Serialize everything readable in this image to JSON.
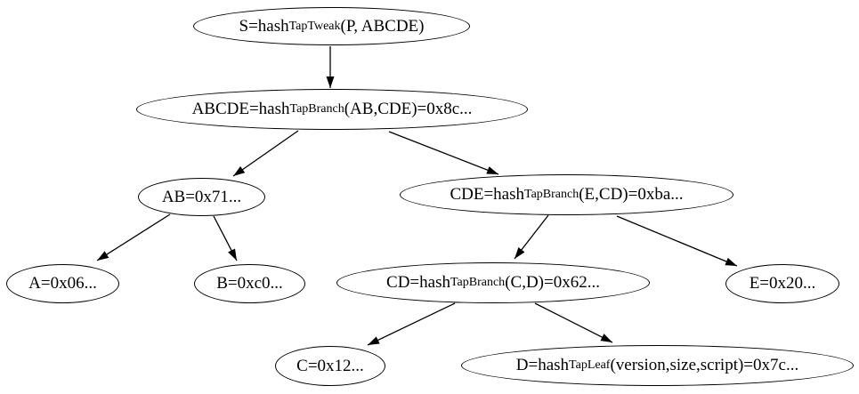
{
  "colors": {
    "background": "#ffffff",
    "stroke": "#000000",
    "text": "#000000"
  },
  "nodes": {
    "S": {
      "prefix": "S=hash",
      "sub": "TapTweak",
      "suffix": "(P, ABCDE)"
    },
    "ABCDE": {
      "prefix": "ABCDE=hash",
      "sub": "TapBranch",
      "suffix": "(AB,CDE)=0x8c..."
    },
    "AB": {
      "prefix": "AB=0x71...",
      "sub": "",
      "suffix": ""
    },
    "CDE": {
      "prefix": "CDE=hash",
      "sub": "TapBranch",
      "suffix": "(E,CD)=0xba..."
    },
    "A": {
      "prefix": "A=0x06...",
      "sub": "",
      "suffix": ""
    },
    "B": {
      "prefix": "B=0xc0...",
      "sub": "",
      "suffix": ""
    },
    "CD": {
      "prefix": "CD=hash",
      "sub": "TapBranch",
      "suffix": "(C,D)=0x62..."
    },
    "E": {
      "prefix": "E=0x20...",
      "sub": "",
      "suffix": ""
    },
    "C": {
      "prefix": "C=0x12...",
      "sub": "",
      "suffix": ""
    },
    "D": {
      "prefix": "D=hash",
      "sub": "TapLeaf",
      "suffix": "(version,size,script)=0x7c..."
    }
  },
  "edges": [
    {
      "from": "S",
      "to": "ABCDE"
    },
    {
      "from": "ABCDE",
      "to": "AB"
    },
    {
      "from": "ABCDE",
      "to": "CDE"
    },
    {
      "from": "AB",
      "to": "A"
    },
    {
      "from": "AB",
      "to": "B"
    },
    {
      "from": "CDE",
      "to": "CD"
    },
    {
      "from": "CDE",
      "to": "E"
    },
    {
      "from": "CD",
      "to": "C"
    },
    {
      "from": "CD",
      "to": "D"
    }
  ]
}
